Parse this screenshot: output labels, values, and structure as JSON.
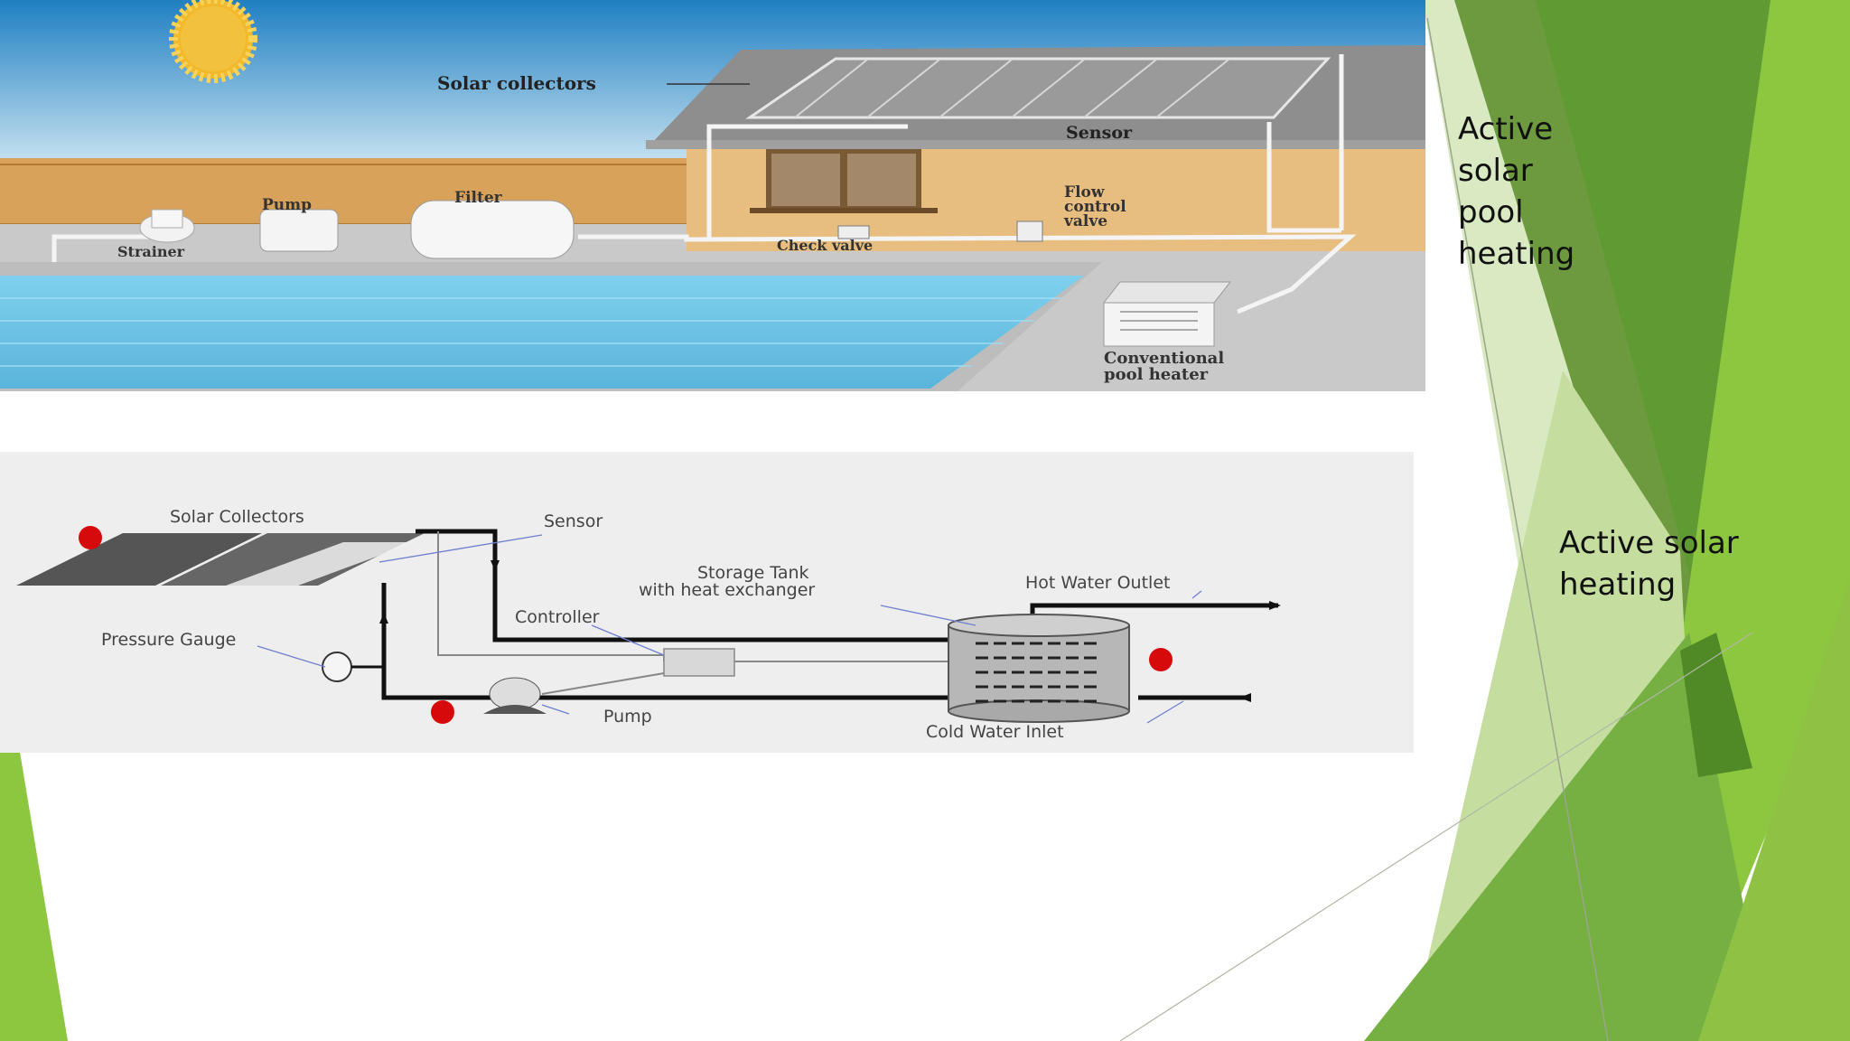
{
  "slide": {
    "captions": {
      "pool": "Active solar pool heating",
      "heating": "Active solar heating"
    },
    "colors": {
      "green_dark": "#6d9a3f",
      "green_mid": "#76b043",
      "green_light": "#8dc63f",
      "green_pale": "#d8e8c0",
      "sky_top": "#1f86c8",
      "pool_water": "#6ec3e4",
      "marker_red": "#d60a0a"
    }
  },
  "pool_figure": {
    "labels": {
      "solar_collectors": "Solar collectors",
      "sensor": "Sensor",
      "pump": "Pump",
      "filter": "Filter",
      "strainer": "Strainer",
      "check_valve": "Check valve",
      "flow_control_valve_1": "Flow",
      "flow_control_valve_2": "control",
      "flow_control_valve_3": "valve",
      "conventional_heater_1": "Conventional",
      "conventional_heater_2": "pool heater"
    },
    "icons": [
      "sun-icon",
      "pump-icon",
      "filter-icon",
      "strainer-icon",
      "heater-icon"
    ]
  },
  "heating_figure": {
    "labels": {
      "solar_collectors": "Solar Collectors",
      "sensor": "Sensor",
      "storage_tank_1": "Storage Tank",
      "storage_tank_2": "with heat exchanger",
      "hot_water_outlet": "Hot Water Outlet",
      "controller": "Controller",
      "pressure_gauge": "Pressure Gauge",
      "pump": "Pump",
      "cold_water_inlet": "Cold Water Inlet"
    }
  }
}
